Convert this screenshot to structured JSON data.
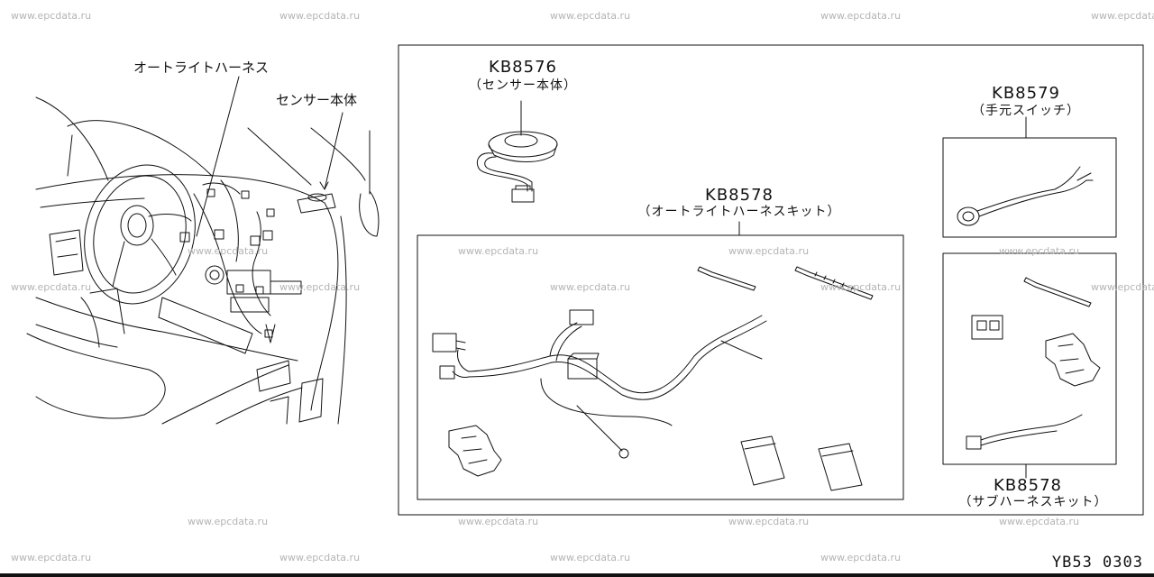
{
  "watermark": "www.epcdata.ru",
  "figure_id": "YB53 0303",
  "callouts": {
    "auto_light_harness": "オートライトハーネス",
    "sensor_body": "センサー本体"
  },
  "parts": {
    "kb8576": {
      "code": "KB8576",
      "desc": "（センサー本体）"
    },
    "kb8578_main": {
      "code": "KB8578",
      "desc": "（オートライトハーネスキット）"
    },
    "kb8579": {
      "code": "KB8579",
      "desc": "（手元スイッチ）"
    },
    "kb8578_sub": {
      "code": "KB8578",
      "desc": "（サブハーネスキット）"
    }
  }
}
